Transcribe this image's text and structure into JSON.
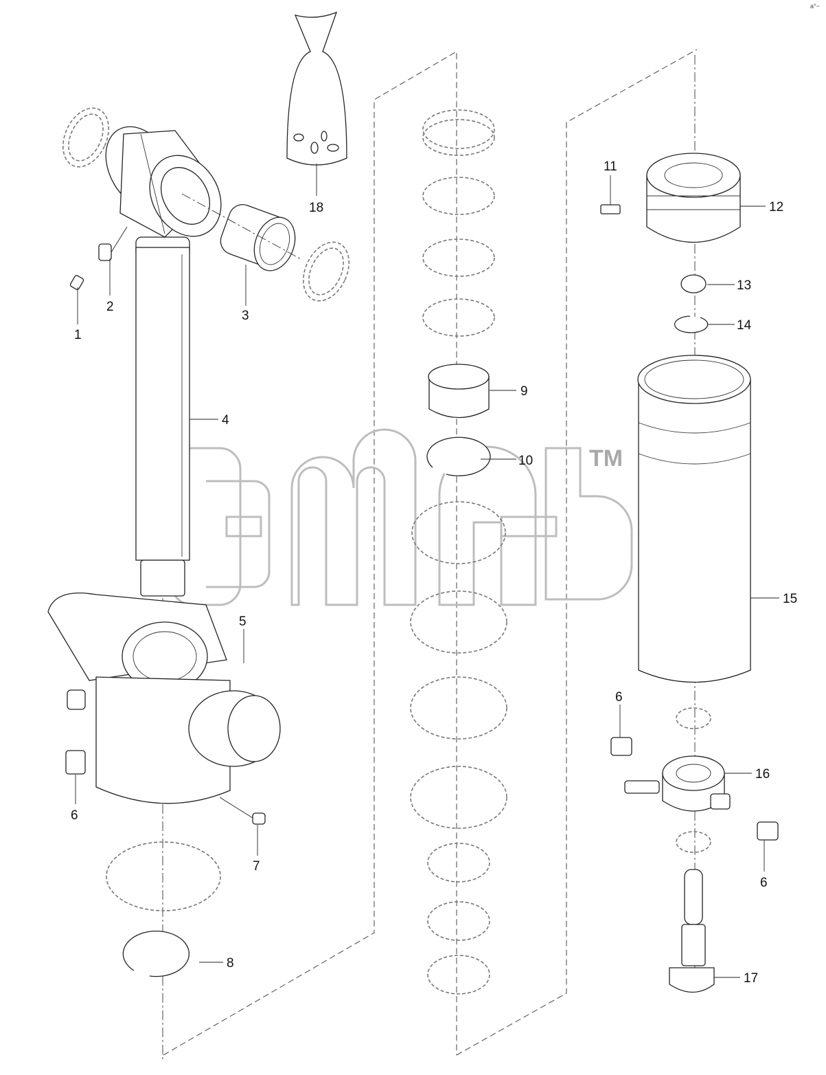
{
  "corner_mark": "a°~",
  "watermark": {
    "text": "TM"
  },
  "callouts": [
    {
      "id": "c1",
      "label": "1"
    },
    {
      "id": "c2",
      "label": "2"
    },
    {
      "id": "c3",
      "label": "3"
    },
    {
      "id": "c4",
      "label": "4"
    },
    {
      "id": "c5",
      "label": "5"
    },
    {
      "id": "c6a",
      "label": "6"
    },
    {
      "id": "c7",
      "label": "7"
    },
    {
      "id": "c8",
      "label": "8"
    },
    {
      "id": "c9",
      "label": "9"
    },
    {
      "id": "c10",
      "label": "10"
    },
    {
      "id": "c11",
      "label": "11"
    },
    {
      "id": "c12",
      "label": "12"
    },
    {
      "id": "c13",
      "label": "13"
    },
    {
      "id": "c14",
      "label": "14"
    },
    {
      "id": "c15",
      "label": "15"
    },
    {
      "id": "c6b",
      "label": "6"
    },
    {
      "id": "c16",
      "label": "16"
    },
    {
      "id": "c6c",
      "label": "6"
    },
    {
      "id": "c17",
      "label": "17"
    },
    {
      "id": "c18",
      "label": "18"
    }
  ]
}
